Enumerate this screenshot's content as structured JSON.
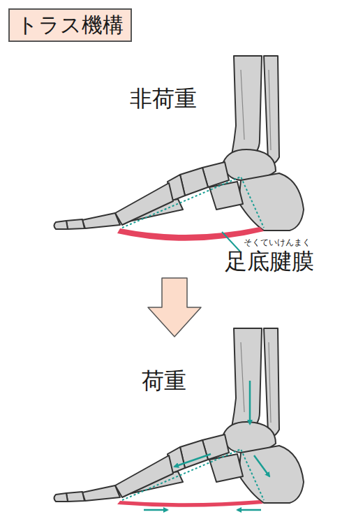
{
  "diagram": {
    "title": "トラス機構",
    "labels": [
      "非荷重",
      "そくていけんまく",
      "足底腱膜",
      "荷重"
    ]
  }
}
